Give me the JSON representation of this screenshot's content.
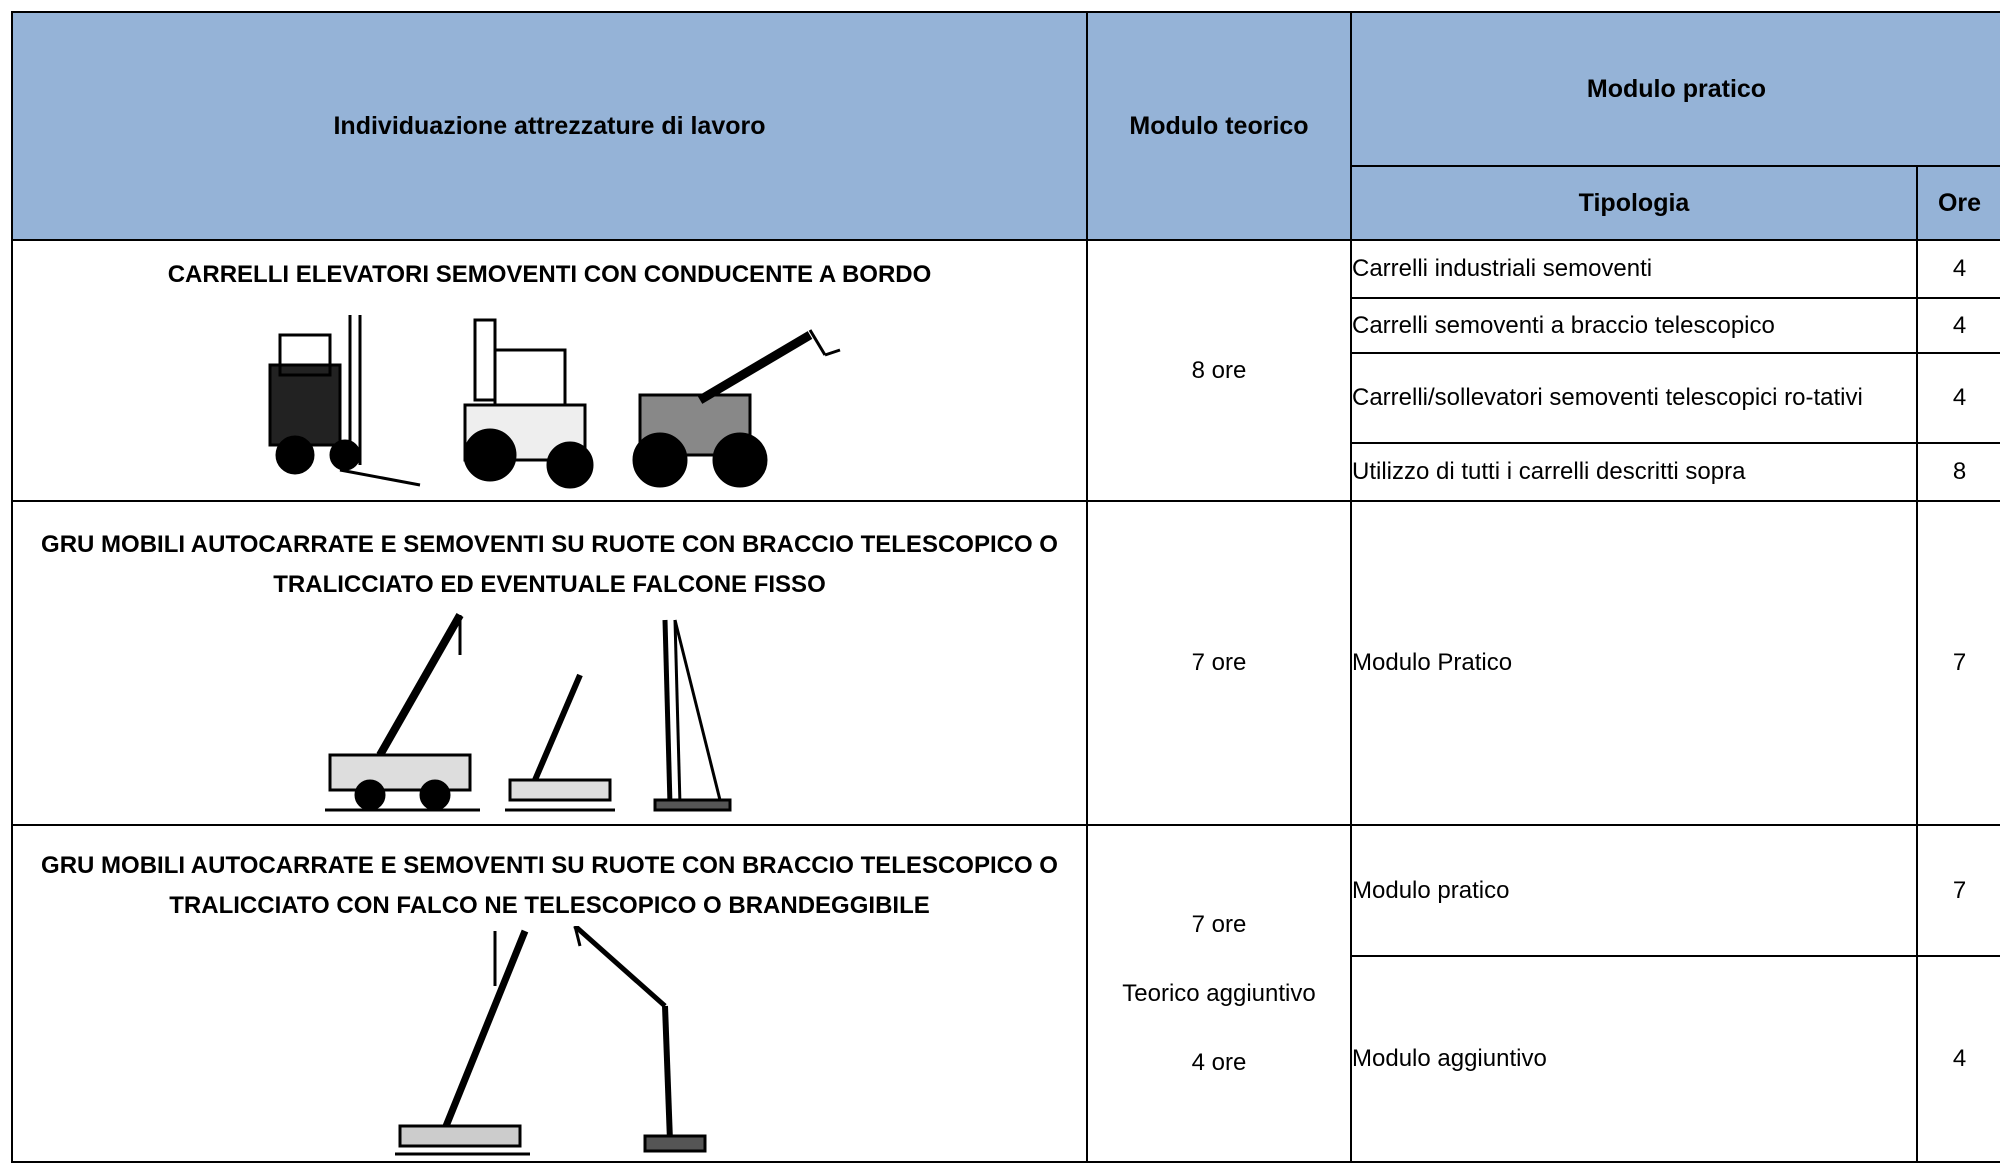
{
  "table": {
    "header": {
      "col_equipment": "Individuazione attrezzature di lavoro",
      "col_theory": "Modulo teorico",
      "col_practical": "Modulo pratico",
      "col_type": "Tipologia",
      "col_hours": "Ore"
    },
    "groups": [
      {
        "title": "CARRELLI ELEVATORI SEMOVENTI CON CONDUCENTE A BORDO",
        "theory": "8 ore",
        "rows": [
          {
            "type": "Carrelli industriali semoventi",
            "hours": "4"
          },
          {
            "type": "Carrelli semoventi a braccio telescopico",
            "hours": "4"
          },
          {
            "type": "Carrelli/sollevatori semoventi telescopici ro-tativi",
            "hours": "4"
          },
          {
            "type": "Utilizzo di tutti i carrelli descritti sopra",
            "hours": "8"
          }
        ]
      },
      {
        "title": "GRU MOBILI AUTOCARRATE E SEMOVENTI SU RUOTE CON BRACCIO TELESCOPICO O TRALICCIATO ED EVENTUALE FALCONE FISSO",
        "theory": "7 ore",
        "rows": [
          {
            "type": "Modulo Pratico",
            "hours": "7"
          }
        ]
      },
      {
        "title": "GRU MOBILI AUTOCARRATE E SEMOVENTI SU RUOTE CON BRACCIO TELESCOPICO O TRALICCIATO CON FALCO NE TELESCOPICO O BRANDEGGIBILE",
        "theory_lines": [
          "7 ore",
          "Teorico aggiuntivo",
          "4 ore"
        ],
        "rows": [
          {
            "type": "Modulo pratico",
            "hours": "7"
          },
          {
            "type": "Modulo aggiuntivo",
            "hours": "4"
          }
        ]
      }
    ]
  }
}
